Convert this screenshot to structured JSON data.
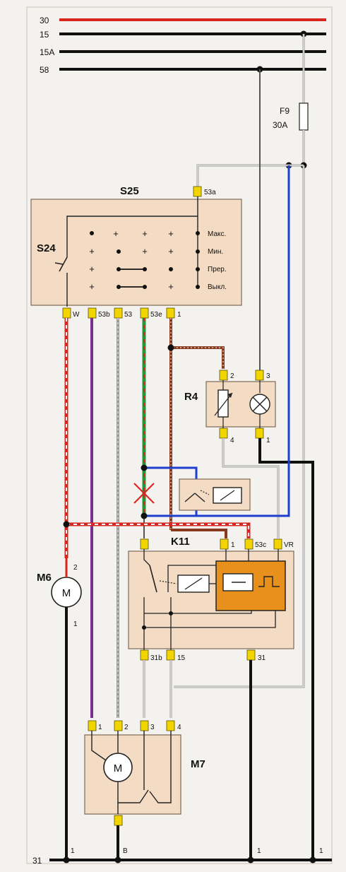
{
  "rails": {
    "r30": "30",
    "r15": "15",
    "r15a": "15A",
    "r58": "58",
    "r31": "31"
  },
  "fuse": {
    "name": "F9",
    "rating": "30A"
  },
  "s25": {
    "title": "S25",
    "s24": "S24",
    "top_pin": "53a",
    "pins": [
      "W",
      "53b",
      "53",
      "53e",
      "1"
    ],
    "modes": [
      "Макс.",
      "Мин.",
      "Прер.",
      "Выкл."
    ]
  },
  "r4": {
    "title": "R4",
    "pins": [
      "2",
      "3",
      "4",
      "1"
    ]
  },
  "k11": {
    "title": "K11",
    "top_pins": [
      "1",
      "53c",
      "VR"
    ],
    "bottom_pins": [
      "31b",
      "15",
      "31"
    ]
  },
  "m6": {
    "title": "M6",
    "symbol": "M",
    "pins": [
      "2",
      "1"
    ]
  },
  "m7": {
    "title": "M7",
    "symbol": "M",
    "pins": [
      "1",
      "2",
      "3",
      "4"
    ]
  },
  "ground_labels": [
    "1",
    "B",
    "1",
    "1"
  ],
  "colors": {
    "red": "#d9251d",
    "black": "#111111",
    "blue": "#1d3fd0",
    "brown": "#8a3a1c",
    "purple": "#7a2d93",
    "green": "#1f9a3a",
    "grey": "#9a9a9a",
    "box_fill": "#f4dcc4",
    "module_fill": "#e8901c"
  }
}
